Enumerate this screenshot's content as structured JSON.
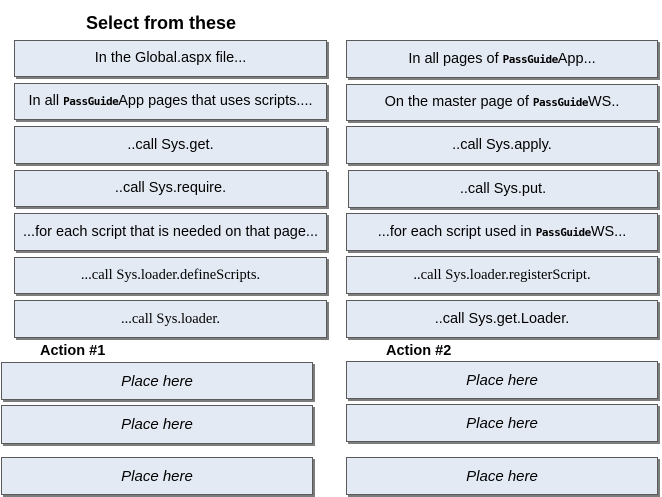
{
  "title": "Select from these",
  "brand": "PassGuide",
  "options_left": [
    {
      "pre": "In the Global.aspx file...",
      "brand": "",
      "post": ""
    },
    {
      "pre": "In all ",
      "brand": "PassGuide",
      "post": "App pages that uses scripts...."
    },
    {
      "pre": "..call Sys.get.",
      "brand": "",
      "post": ""
    },
    {
      "pre": "..call Sys.require.",
      "brand": "",
      "post": ""
    },
    {
      "pre": "...for each script that is needed on that page...",
      "brand": "",
      "post": ""
    },
    {
      "pre": "...call Sys.loader.defineScripts.",
      "brand": "",
      "post": ""
    },
    {
      "pre": "...call Sys.loader.",
      "brand": "",
      "post": ""
    }
  ],
  "options_right": [
    {
      "pre": "In all pages of ",
      "brand": "PassGuide",
      "post": "App..."
    },
    {
      "pre": "On the master page of ",
      "brand": "PassGuide",
      "post": "WS.."
    },
    {
      "pre": "..call Sys.apply.",
      "brand": "",
      "post": ""
    },
    {
      "pre": "..call Sys.put.",
      "brand": "",
      "post": ""
    },
    {
      "pre": "...for each script used in ",
      "brand": "PassGuide",
      "post": "WS..."
    },
    {
      "pre": "..call Sys.loader.registerScript.",
      "brand": "",
      "post": ""
    },
    {
      "pre": "..call Sys.get.Loader.",
      "brand": "",
      "post": ""
    }
  ],
  "action1": {
    "label": "Action #1",
    "slots": [
      "Place here",
      "Place here",
      "Place here"
    ]
  },
  "action2": {
    "label": "Action #2",
    "slots": [
      "Place here",
      "Place here",
      "Place here"
    ]
  }
}
